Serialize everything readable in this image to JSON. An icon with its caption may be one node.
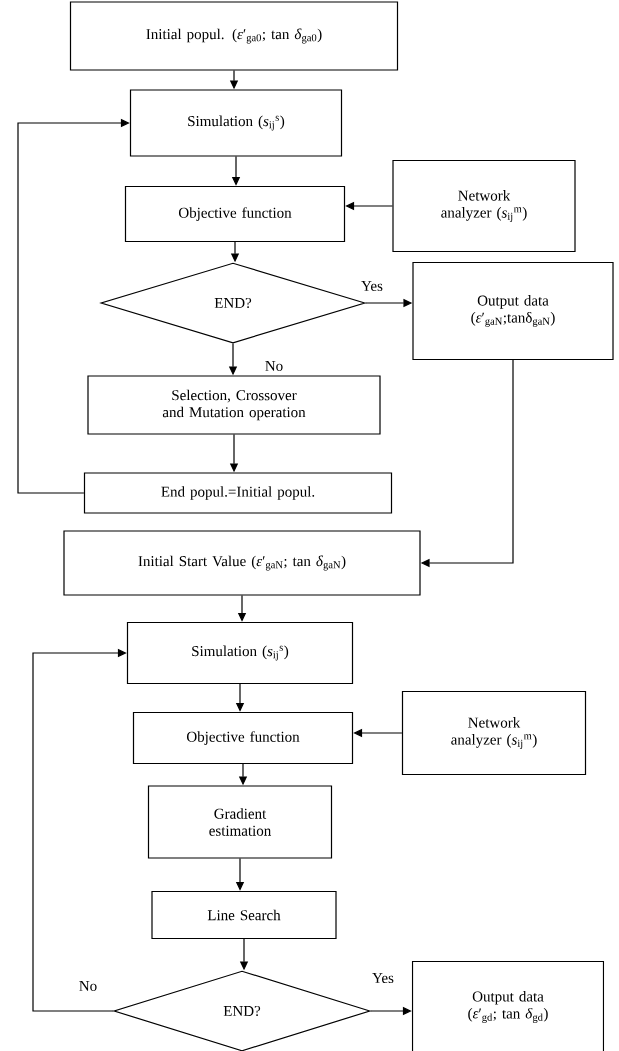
{
  "diagram": {
    "nodes": [
      {
        "text": [
          "Initial popul. (*ε*′$_{ga0}$; tan *δ*$_{ga0}$)"
        ]
      },
      {
        "text": [
          "Simulation (*s*$_{ij}$$^{s}$)"
        ]
      },
      {
        "text": [
          "Objective function"
        ]
      },
      {
        "text": [
          "Network analyzer (*s*$_{ij}$$^{m}$)"
        ]
      },
      {
        "text": [
          "END?"
        ]
      },
      {
        "text": [
          "Output data (*ε*′$_{gaN}$;tanδ$_{gaN}$)"
        ]
      },
      {
        "text": [
          "Selection, Crossover and Mutation operation"
        ]
      },
      {
        "text": [
          "End popul.=Initial popul."
        ]
      },
      {
        "text": [
          "Initial Start Value (*ε*′$_{gaN}$; tan *δ*$_{gaN}$)"
        ]
      },
      {
        "text": [
          "Simulation (*s*$_{ij}$$^{s}$)"
        ]
      },
      {
        "text": [
          "Objective function"
        ]
      },
      {
        "text": [
          "Network analyzer (*s*$_{ij}$$^{m}$)"
        ]
      },
      {
        "text": [
          "Gradient estimation"
        ]
      },
      {
        "text": [
          "Line Search"
        ]
      },
      {
        "text": [
          "END?"
        ]
      },
      {
        "text": [
          "Output data (*ε*′$_{gd}$; tan *δ*$_{gd}$)"
        ]
      }
    ],
    "edges": [
      {
        "from": 0,
        "to": 1,
        "arrow": "to"
      },
      {
        "from": 1,
        "to": 2,
        "arrow": "to"
      },
      {
        "from": 3,
        "to": 2,
        "arrow": "to"
      },
      {
        "from": 2,
        "to": 4,
        "arrow": "to"
      },
      {
        "from": 4,
        "to": 5,
        "arrow": "to",
        "label": "Yes"
      },
      {
        "from": 4,
        "to": 6,
        "arrow": "to",
        "label": "No"
      },
      {
        "from": 6,
        "to": 7,
        "arrow": "to"
      },
      {
        "from": 7,
        "to": 1,
        "arrow": "to"
      },
      {
        "from": 5,
        "to": 8,
        "arrow": "to"
      },
      {
        "from": 8,
        "to": 9,
        "arrow": "to"
      },
      {
        "from": 9,
        "to": 10,
        "arrow": "to"
      },
      {
        "from": 11,
        "to": 10,
        "arrow": "to"
      },
      {
        "from": 10,
        "to": 12,
        "arrow": "to"
      },
      {
        "from": 12,
        "to": 13,
        "arrow": "to"
      },
      {
        "from": 13,
        "to": 14,
        "arrow": "to"
      },
      {
        "from": 14,
        "to": 9,
        "arrow": "to",
        "label": "No"
      },
      {
        "from": 14,
        "to": 15,
        "arrow": "to",
        "label": "Yes"
      }
    ]
  }
}
